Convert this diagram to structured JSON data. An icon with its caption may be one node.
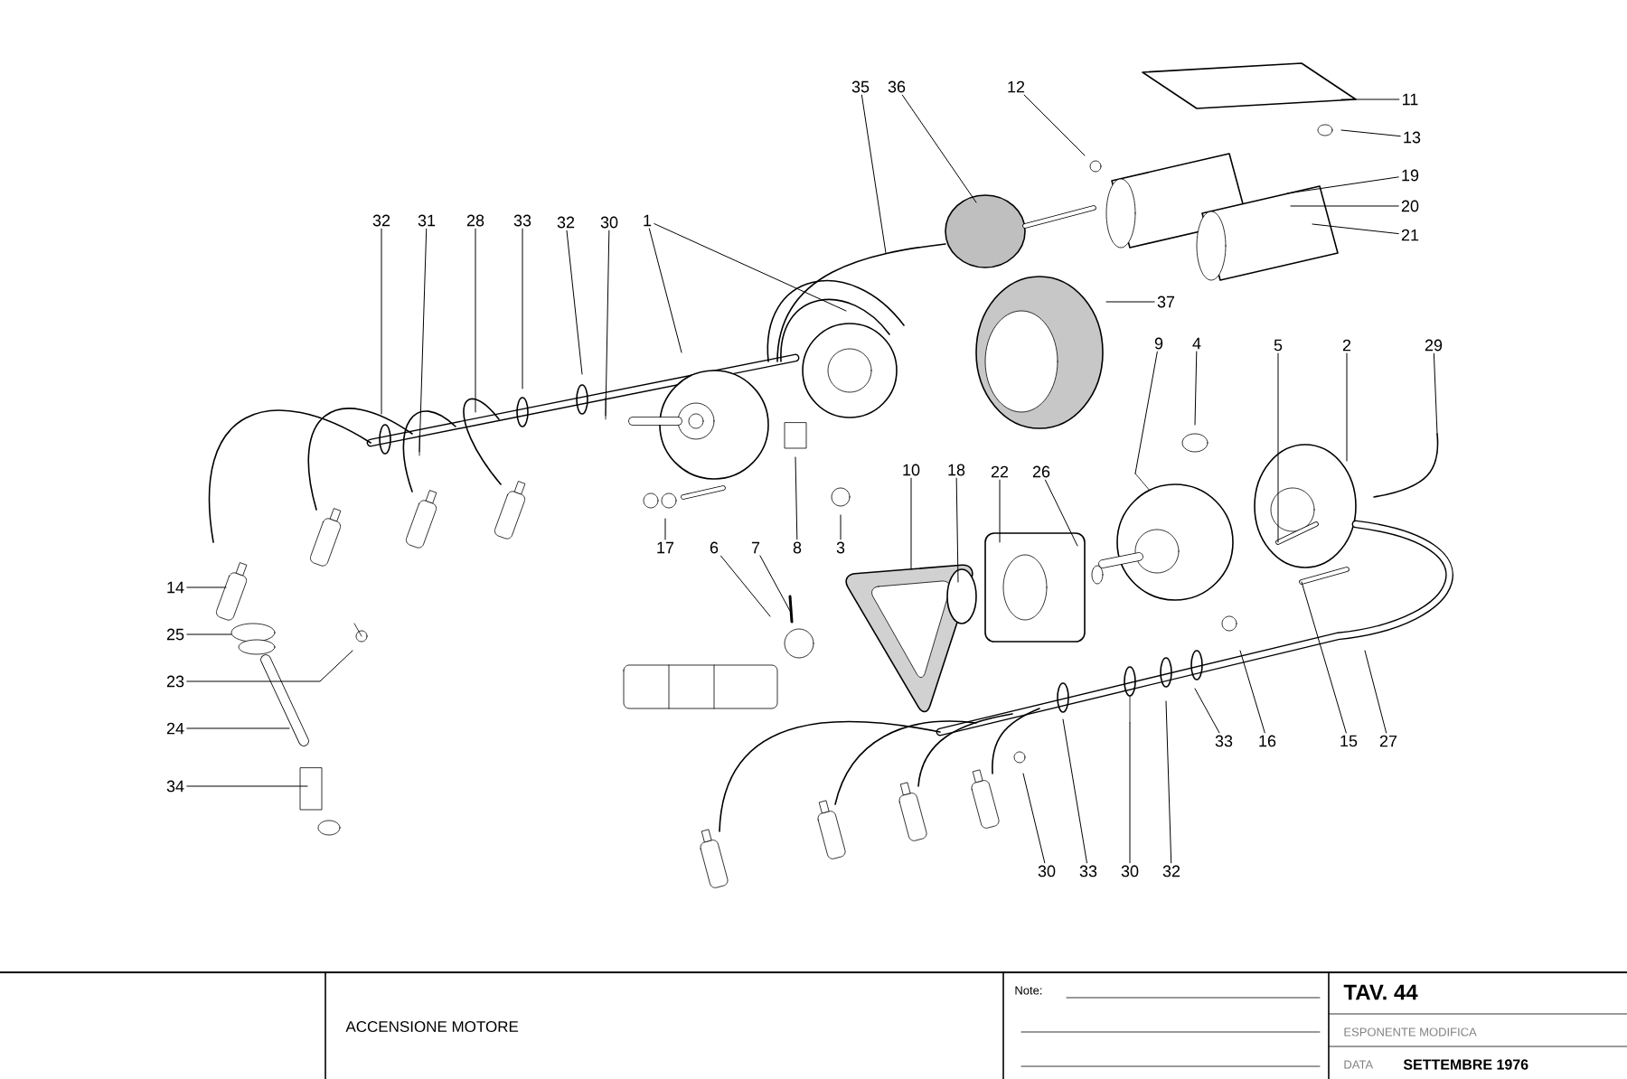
{
  "diagram": {
    "nodes": [
      {
        "text": [
          "35"
        ]
      },
      {
        "text": [
          "36"
        ]
      },
      {
        "text": [
          "12"
        ]
      },
      {
        "text": [
          "11"
        ]
      },
      {
        "text": [
          "13"
        ]
      },
      {
        "text": [
          "19"
        ]
      },
      {
        "text": [
          "20"
        ]
      },
      {
        "text": [
          "21"
        ]
      },
      {
        "text": [
          "32"
        ]
      },
      {
        "text": [
          "31"
        ]
      },
      {
        "text": [
          "28"
        ]
      },
      {
        "text": [
          "33"
        ]
      },
      {
        "text": [
          "32"
        ]
      },
      {
        "text": [
          "30"
        ]
      },
      {
        "text": [
          "1"
        ]
      },
      {
        "text": [
          "37"
        ]
      },
      {
        "text": [
          "9"
        ]
      },
      {
        "text": [
          "4"
        ]
      },
      {
        "text": [
          "5"
        ]
      },
      {
        "text": [
          "2"
        ]
      },
      {
        "text": [
          "29"
        ]
      },
      {
        "text": [
          "10"
        ]
      },
      {
        "text": [
          "18"
        ]
      },
      {
        "text": [
          "22"
        ]
      },
      {
        "text": [
          "26"
        ]
      },
      {
        "text": [
          "17"
        ]
      },
      {
        "text": [
          "6"
        ]
      },
      {
        "text": [
          "7"
        ]
      },
      {
        "text": [
          "8"
        ]
      },
      {
        "text": [
          "3"
        ]
      },
      {
        "text": [
          "14"
        ]
      },
      {
        "text": [
          "25"
        ]
      },
      {
        "text": [
          "23"
        ]
      },
      {
        "text": [
          "24"
        ]
      },
      {
        "text": [
          "34"
        ]
      },
      {
        "text": [
          "33"
        ]
      },
      {
        "text": [
          "16"
        ]
      },
      {
        "text": [
          "15"
        ]
      },
      {
        "text": [
          "27"
        ]
      },
      {
        "text": [
          "30"
        ]
      },
      {
        "text": [
          "33"
        ]
      },
      {
        "text": [
          "30"
        ]
      },
      {
        "text": [
          "32"
        ]
      }
    ],
    "edges": [
      {
        "from": 0,
        "to": null,
        "arrow": "none"
      },
      {
        "from": 1,
        "to": null,
        "arrow": "none"
      },
      {
        "from": 2,
        "to": null,
        "arrow": "none"
      },
      {
        "from": 3,
        "to": null,
        "arrow": "none"
      },
      {
        "from": 4,
        "to": null,
        "arrow": "none"
      },
      {
        "from": 5,
        "to": null,
        "arrow": "none"
      },
      {
        "from": 6,
        "to": null,
        "arrow": "none"
      },
      {
        "from": 7,
        "to": null,
        "arrow": "none"
      },
      {
        "from": 8,
        "to": null,
        "arrow": "none"
      },
      {
        "from": 9,
        "to": null,
        "arrow": "none"
      },
      {
        "from": 10,
        "to": null,
        "arrow": "none"
      },
      {
        "from": 11,
        "to": null,
        "arrow": "none"
      },
      {
        "from": 12,
        "to": null,
        "arrow": "none"
      },
      {
        "from": 13,
        "to": null,
        "arrow": "none"
      },
      {
        "from": 14,
        "to": null,
        "arrow": "none"
      },
      {
        "from": 14,
        "to": null,
        "arrow": "none"
      },
      {
        "from": 15,
        "to": null,
        "arrow": "none"
      },
      {
        "from": 16,
        "to": null,
        "arrow": "none"
      },
      {
        "from": 17,
        "to": null,
        "arrow": "none"
      },
      {
        "from": 18,
        "to": null,
        "arrow": "none"
      },
      {
        "from": 19,
        "to": null,
        "arrow": "none"
      },
      {
        "from": 20,
        "to": null,
        "arrow": "none"
      },
      {
        "from": 21,
        "to": null,
        "arrow": "none"
      },
      {
        "from": 22,
        "to": null,
        "arrow": "none"
      },
      {
        "from": 23,
        "to": null,
        "arrow": "none"
      },
      {
        "from": 24,
        "to": null,
        "arrow": "none"
      },
      {
        "from": 25,
        "to": null,
        "arrow": "none"
      },
      {
        "from": 26,
        "to": null,
        "arrow": "none"
      },
      {
        "from": 27,
        "to": null,
        "arrow": "none"
      },
      {
        "from": 28,
        "to": null,
        "arrow": "none"
      },
      {
        "from": 29,
        "to": null,
        "arrow": "none"
      },
      {
        "from": 30,
        "to": null,
        "arrow": "none"
      },
      {
        "from": 31,
        "to": null,
        "arrow": "none"
      },
      {
        "from": 32,
        "to": null,
        "arrow": "none"
      },
      {
        "from": 33,
        "to": null,
        "arrow": "none"
      },
      {
        "from": 34,
        "to": null,
        "arrow": "none"
      },
      {
        "from": 35,
        "to": null,
        "arrow": "none"
      },
      {
        "from": 36,
        "to": null,
        "arrow": "none"
      },
      {
        "from": 37,
        "to": null,
        "arrow": "none"
      },
      {
        "from": 38,
        "to": null,
        "arrow": "none"
      },
      {
        "from": 39,
        "to": null,
        "arrow": "none"
      },
      {
        "from": 40,
        "to": null,
        "arrow": "none"
      },
      {
        "from": 41,
        "to": null,
        "arrow": "none"
      },
      {
        "from": 42,
        "to": null,
        "arrow": "none"
      }
    ],
    "labels": [
      "ACCENSIONE MOTORE",
      "Note:",
      "TAV. 44",
      "ESPONENTE MODIFICA",
      "DATA",
      "SETTEMBRE 1976"
    ]
  }
}
